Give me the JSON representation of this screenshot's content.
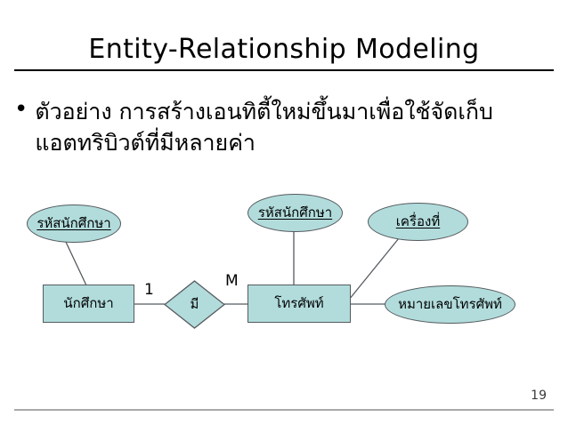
{
  "slide": {
    "title": "Entity-Relationship Modeling",
    "page_number": "19",
    "bullet_marker": "•",
    "bullet_text": "ตัวอย่าง การสร้างเอนทิตี้ใหม่ขึ้นมาเพื่อใช้จัดเก็บแอตทริบิวต์ที่มีหลายค่า"
  },
  "theme": {
    "shape_fill": "#b2dcdc",
    "shape_stroke": "#555a5e",
    "text_color": "#000000",
    "rule_color": "#000000",
    "footer_rule_color": "#a9a9a9"
  },
  "diagram": {
    "type": "entity-relationship-diagram",
    "entities": [
      {
        "id": "student",
        "label": "นักศึกษา",
        "shape": "rectangle"
      },
      {
        "id": "telephone",
        "label": "โทรศัพท์",
        "shape": "rectangle"
      }
    ],
    "relationships": [
      {
        "id": "has",
        "label": "มี",
        "shape": "diamond"
      }
    ],
    "attributes": [
      {
        "id": "student-id",
        "label": "รหัสนักศึกษา",
        "shape": "ellipse",
        "key": true,
        "owner": "student"
      },
      {
        "id": "telephone-student-id",
        "label": "รหัสนักศึกษา",
        "shape": "ellipse",
        "key": true,
        "owner": "telephone"
      },
      {
        "id": "device-no",
        "label": "เครื่องที่",
        "shape": "ellipse",
        "key": true,
        "owner": "telephone"
      },
      {
        "id": "phone-number",
        "label": "หมายเลขโทรศัพท์",
        "shape": "ellipse",
        "key": false,
        "owner": "telephone"
      }
    ],
    "cardinalities": [
      {
        "id": "card-one",
        "label": "1",
        "between": "student-has"
      },
      {
        "id": "card-many",
        "label": "M",
        "between": "has-telephone"
      }
    ]
  }
}
